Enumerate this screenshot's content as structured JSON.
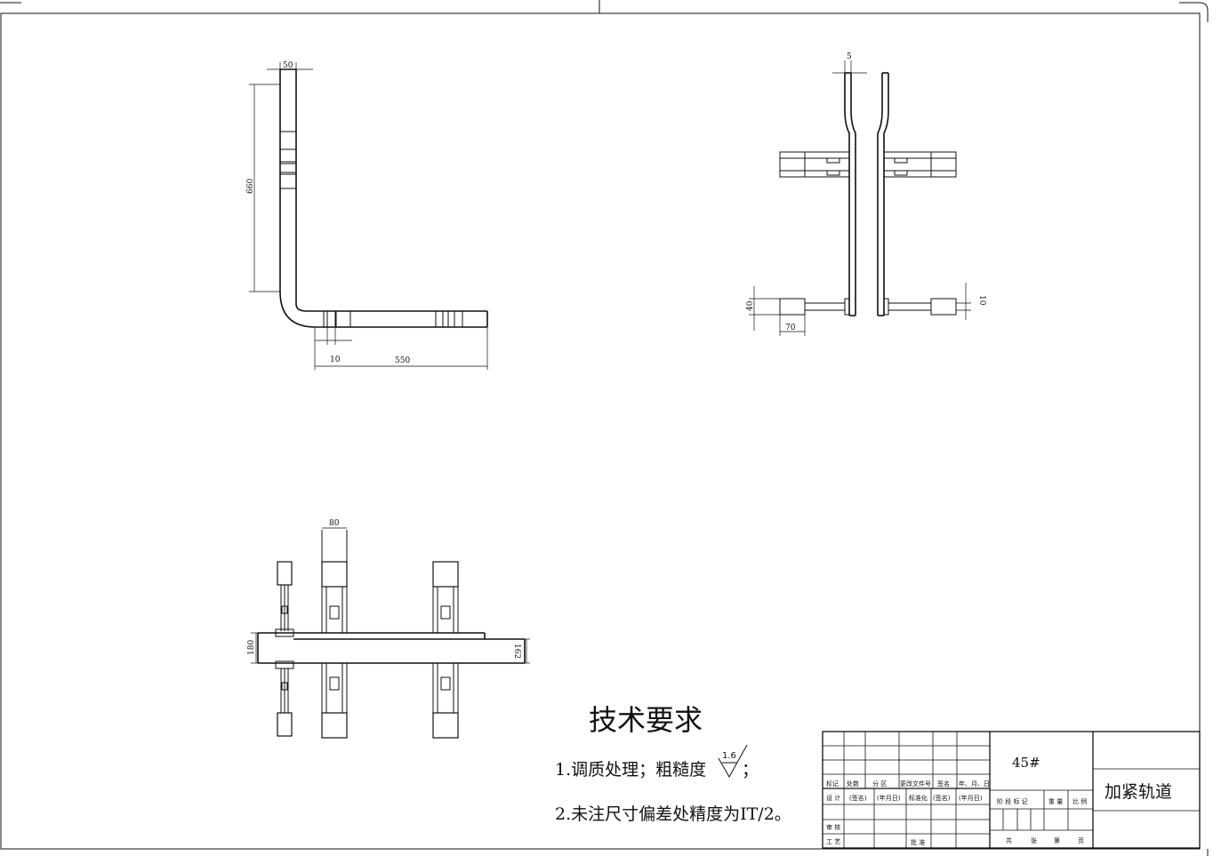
{
  "drawing": {
    "part_name": "加紧轨道",
    "material": "45#"
  },
  "dimensions": {
    "view1": {
      "top_width": "50",
      "height": "660",
      "bottom_length": "550",
      "small_gap": "10"
    },
    "view2": {
      "thickness": "5",
      "block_height": "40",
      "block_width": "70",
      "clearance": "10"
    },
    "view3": {
      "block_width": "80",
      "left_height": "180",
      "right_height": "162"
    }
  },
  "tech_requirements": {
    "title": "技术要求",
    "item1_text": "1.调质处理；粗糙度",
    "roughness_value": "1.6",
    "item1_end": "；",
    "item2_text": "2.未注尺寸偏差处精度为IT/2。"
  },
  "title_block": {
    "mark": "标记",
    "count": "处数",
    "zone": "分 区",
    "change_doc": "更改文件号",
    "signature": "签名",
    "date": "年、月、日",
    "design": "设 计",
    "sign_paren": "(签名)",
    "date_paren": "(年月日)",
    "standardize": "标准化",
    "sign_paren2": "(签名)",
    "date_paren2": "(年月日)",
    "review": "审 核",
    "process": "工 艺",
    "approve": "批 准",
    "stage_mark": "阶 段 标 记",
    "weight": "重 量",
    "scale": "比 例",
    "total": "共",
    "sheets": "张",
    "sheet_no": "第",
    "page": "页"
  }
}
